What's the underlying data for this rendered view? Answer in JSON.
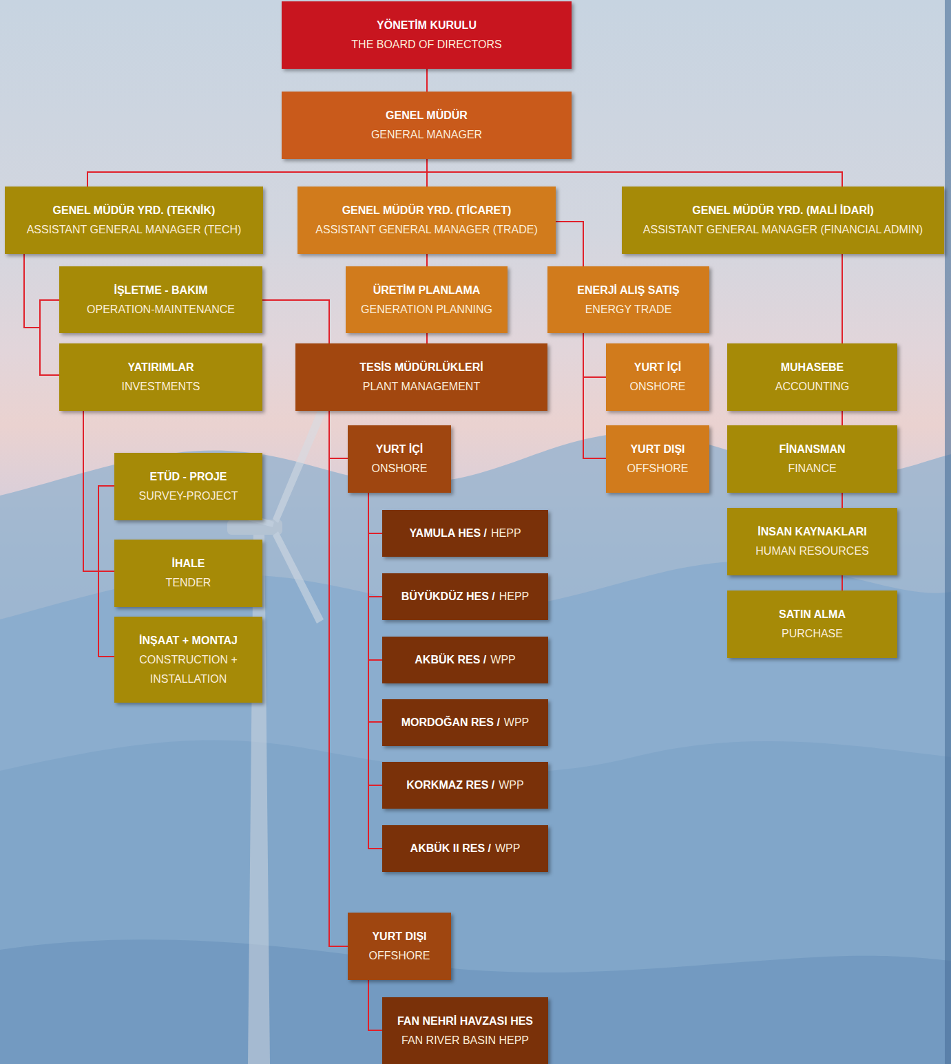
{
  "diagram": {
    "nodes": [
      {
        "text": [
          "YÖNETİM KURULU",
          "THE BOARD OF DIRECTORS"
        ]
      },
      {
        "text": [
          "GENEL MÜDÜR",
          "GENERAL MANAGER"
        ]
      },
      {
        "text": [
          "GENEL MÜDÜR YRD. (TEKNİK)",
          "ASSISTANT GENERAL MANAGER (TECH)"
        ]
      },
      {
        "text": [
          "GENEL MÜDÜR YRD. (TİCARET)",
          "ASSISTANT GENERAL MANAGER (TRADE)"
        ]
      },
      {
        "text": [
          "GENEL MÜDÜR YRD. (MALİ İDARİ)",
          "ASSISTANT GENERAL MANAGER (FINANCIAL ADMIN)"
        ]
      },
      {
        "text": [
          "İŞLETME - BAKIM",
          "OPERATION-MAINTENANCE"
        ]
      },
      {
        "text": [
          "ÜRETİM PLANLAMA",
          "GENERATION PLANNING"
        ]
      },
      {
        "text": [
          "ENERJİ ALIŞ SATIŞ",
          "ENERGY TRADE"
        ]
      },
      {
        "text": [
          "YATIRIMLAR",
          "INVESTMENTS"
        ]
      },
      {
        "text": [
          "TESİS MÜDÜRLÜKLERİ",
          "PLANT MANAGEMENT"
        ]
      },
      {
        "text": [
          "YURT İÇİ",
          "ONSHORE"
        ]
      },
      {
        "text": [
          "MUHASEBE",
          "ACCOUNTING"
        ]
      },
      {
        "text": [
          "ETÜD - PROJE",
          "SURVEY-PROJECT"
        ]
      },
      {
        "text": [
          "YURT İÇİ",
          "ONSHORE"
        ]
      },
      {
        "text": [
          "YURT DIŞI",
          "OFFSHORE"
        ]
      },
      {
        "text": [
          "FİNANSMAN",
          "FINANCE"
        ]
      },
      {
        "text": [
          "İHALE",
          "TENDER"
        ]
      },
      {
        "text": [
          "İNSAN KAYNAKLARI",
          "HUMAN RESOURCES"
        ]
      },
      {
        "text": [
          "YAMULA HES /",
          "HEPP"
        ]
      },
      {
        "text": [
          "BÜYÜKDÜZ HES /",
          "HEPP"
        ]
      },
      {
        "text": [
          "İNŞAAT + MONTAJ",
          "CONSTRUCTION + INSTALLATION"
        ]
      },
      {
        "text": [
          "SATIN ALMA",
          "PURCHASE"
        ]
      },
      {
        "text": [
          "AKBÜK RES /",
          "WPP"
        ]
      },
      {
        "text": [
          "MORDOĞAN RES /",
          "WPP"
        ]
      },
      {
        "text": [
          "KORKMAZ RES /",
          "WPP"
        ]
      },
      {
        "text": [
          "AKBÜK II RES /",
          "WPP"
        ]
      },
      {
        "text": [
          "YURT DIŞI",
          "OFFSHORE"
        ]
      },
      {
        "text": [
          "FAN NEHRİ HAVZASI HES",
          "FAN RIVER BASIN HEPP"
        ]
      }
    ],
    "edges": [
      {
        "from": 0,
        "to": 1,
        "arrow": "none"
      },
      {
        "from": 1,
        "to": 2,
        "arrow": "none"
      },
      {
        "from": 1,
        "to": 3,
        "arrow": "none"
      },
      {
        "from": 1,
        "to": 4,
        "arrow": "none"
      },
      {
        "from": 2,
        "to": 5,
        "arrow": "none"
      },
      {
        "from": 2,
        "to": 8,
        "arrow": "none"
      },
      {
        "from": 3,
        "to": 6,
        "arrow": "none"
      },
      {
        "from": 3,
        "to": 7,
        "arrow": "none"
      },
      {
        "from": 5,
        "to": 9,
        "arrow": "none"
      },
      {
        "from": 6,
        "to": 9,
        "arrow": "none"
      },
      {
        "from": 7,
        "to": 10,
        "arrow": "none"
      },
      {
        "from": 7,
        "to": 14,
        "arrow": "none"
      },
      {
        "from": 4,
        "to": 11,
        "arrow": "none"
      },
      {
        "from": 11,
        "to": 15,
        "arrow": "none"
      },
      {
        "from": 15,
        "to": 17,
        "arrow": "none"
      },
      {
        "from": 17,
        "to": 21,
        "arrow": "none"
      },
      {
        "from": 8,
        "to": 12,
        "arrow": "none"
      },
      {
        "from": 8,
        "to": 16,
        "arrow": "none"
      },
      {
        "from": 8,
        "to": 20,
        "arrow": "none"
      },
      {
        "from": 9,
        "to": 13,
        "arrow": "none"
      },
      {
        "from": 9,
        "to": 26,
        "arrow": "none"
      },
      {
        "from": 13,
        "to": 18,
        "arrow": "none"
      },
      {
        "from": 13,
        "to": 19,
        "arrow": "none"
      },
      {
        "from": 13,
        "to": 22,
        "arrow": "none"
      },
      {
        "from": 13,
        "to": 23,
        "arrow": "none"
      },
      {
        "from": 13,
        "to": 24,
        "arrow": "none"
      },
      {
        "from": 13,
        "to": 25,
        "arrow": "none"
      },
      {
        "from": 26,
        "to": 27,
        "arrow": "none"
      }
    ]
  }
}
